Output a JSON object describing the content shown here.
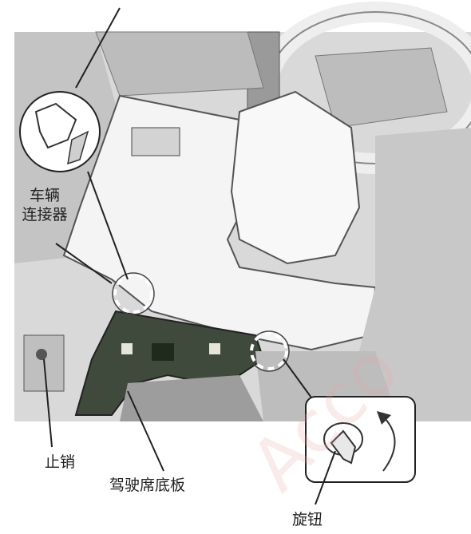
{
  "labels": {
    "connector_line1": "车辆",
    "connector_line2": "连接器",
    "stop_pin": "止销",
    "floor_panel": "驾驶席底板",
    "knob": "旋钮"
  },
  "watermark": "Acco",
  "colors": {
    "panel_dark": "#3f4a3c",
    "line": "#222222",
    "dash_circle": "#ffffff"
  }
}
